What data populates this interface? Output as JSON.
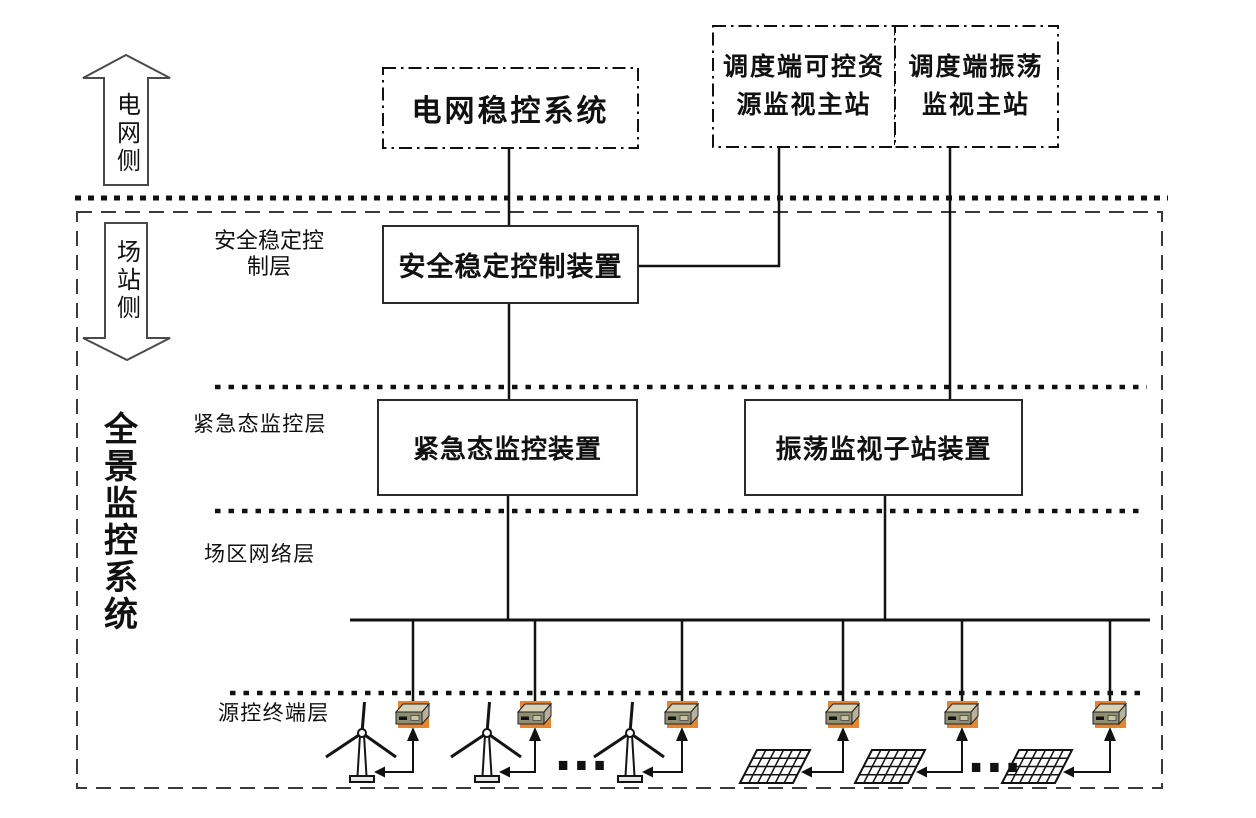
{
  "diagram": {
    "sides": {
      "grid_side_label": "电网侧",
      "station_side_label": "场站侧"
    },
    "system_label": "全景监控系统",
    "layer_labels": {
      "safety_control": "安全稳定控制层",
      "emergency_monitoring": "紧急态监控层",
      "site_network": "场区网络层",
      "source_terminal": "源控终端层"
    },
    "boxes": {
      "grid_stability_system": "电网稳控系统",
      "dispatch_resource_master": "调度端可控资源监视主站",
      "dispatch_oscillation_master": "调度端振荡监视主站",
      "safety_control_device": "安全稳定控制装置",
      "emergency_monitoring_device": "紧急态监控装置",
      "oscillation_substation_device": "振荡监视子站装置"
    },
    "ellipsis": "...",
    "icons": {
      "terminal": "control-terminal-icon",
      "wind_turbine": "wind-turbine-icon",
      "solar_panel": "solar-panel-icon"
    },
    "colors": {
      "line": "#111111",
      "terminal_orange": "#E8842C",
      "terminal_top": "#D8D2B6",
      "terminal_front": "#8F8F74"
    }
  }
}
